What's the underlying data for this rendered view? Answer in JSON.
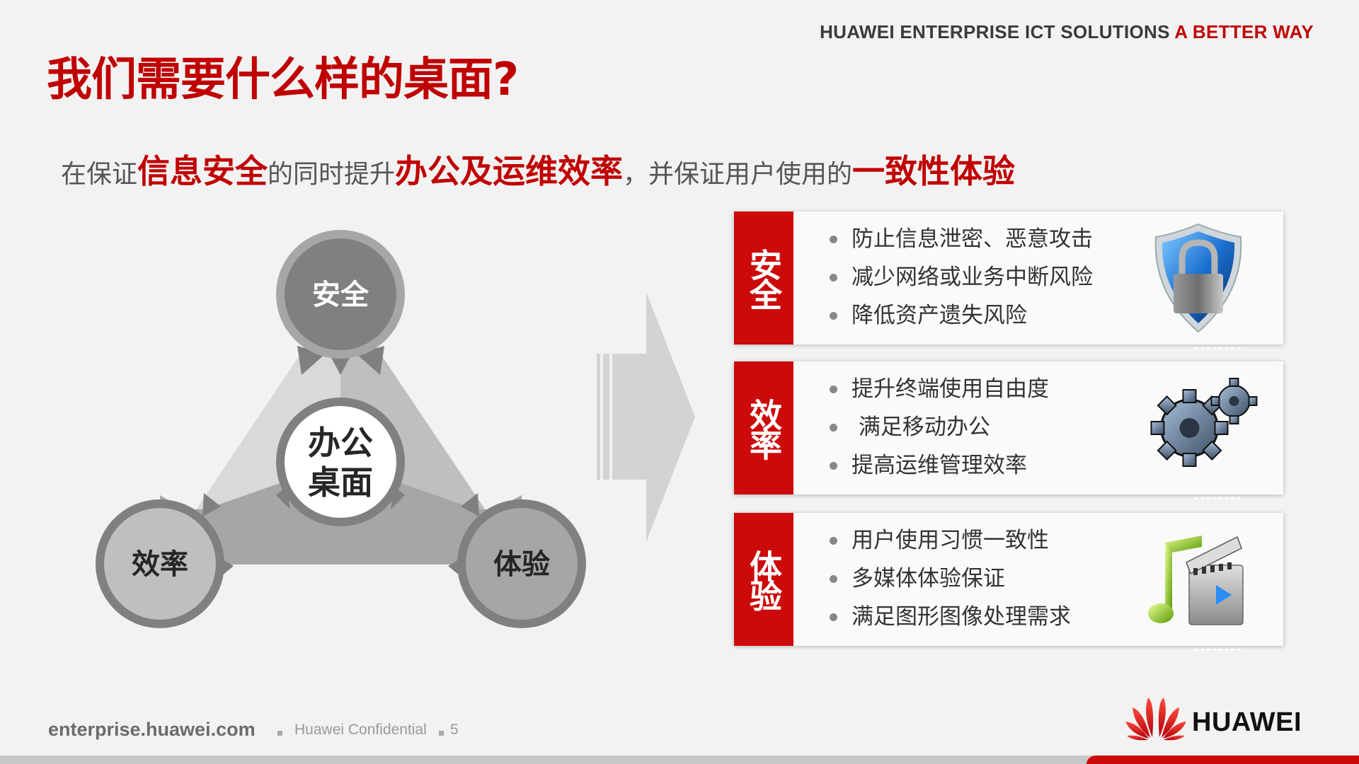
{
  "header": {
    "tagline_main": "HUAWEI ENTERPRISE ICT SOLUTIONS ",
    "tagline_accent": "A BETTER WAY"
  },
  "title": "我们需要什么样的桌面?",
  "subtitle": {
    "parts": [
      {
        "text": "在保证",
        "highlight": false
      },
      {
        "text": "信息安全",
        "highlight": true
      },
      {
        "text": "的同时提升",
        "highlight": false
      },
      {
        "text": "办公及运维效率",
        "highlight": true
      },
      {
        "text": "，并保证用户使用的",
        "highlight": false
      },
      {
        "text": "一致性体验",
        "highlight": true
      }
    ]
  },
  "diagram": {
    "center": {
      "line1": "办公",
      "line2": "桌面"
    },
    "top": "安全",
    "left": "效率",
    "right": "体验",
    "colors": {
      "ring": "#808080",
      "top_fill": "#808080",
      "top_ring": "#a6a6a6",
      "left_fill": "#bfbfbf",
      "right_fill": "#a6a6a6",
      "band_left": "#d9d9d9",
      "band_right": "#bfbfbf",
      "band_bottom": "#a6a6a6",
      "center_fill": "#ffffff"
    }
  },
  "cards": [
    {
      "label": "安全",
      "icon": "shield-lock-icon",
      "items": [
        "防止信息泄密、恶意攻击",
        "减少网络或业务中断风险",
        "降低资产遗失风险"
      ]
    },
    {
      "label": "效率",
      "icon": "gears-icon",
      "items": [
        "提升终端使用自由度",
        " 满足移动办公",
        "提高运维管理效率"
      ]
    },
    {
      "label": "体验",
      "icon": "multimedia-icon",
      "items": [
        "用户使用习惯一致性",
        "多媒体体验保证",
        "满足图形图像处理需求"
      ]
    }
  ],
  "footer": {
    "url": "enterprise.huawei.com",
    "confidential": "Huawei Confidential",
    "page": "5"
  },
  "logo": {
    "text": "HUAWEI",
    "color": "#cc0a0a"
  },
  "accent_color": "#c00000"
}
